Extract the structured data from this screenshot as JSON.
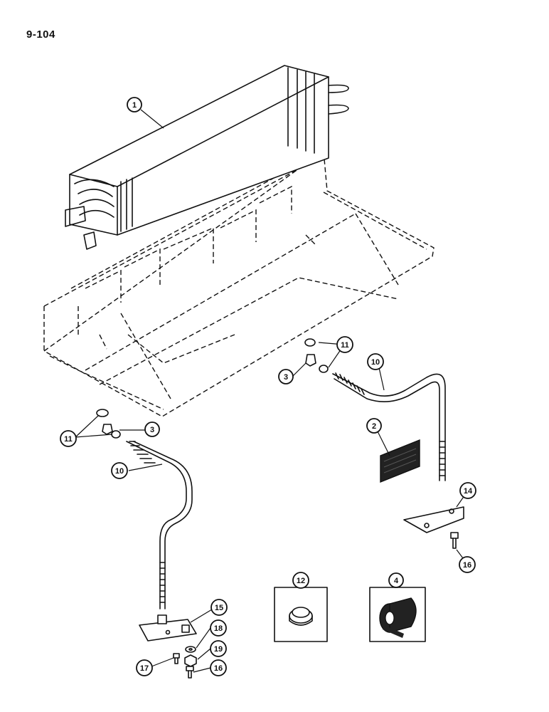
{
  "page": {
    "number": "9-104"
  },
  "callouts": [
    {
      "id": "c1",
      "label": "1"
    },
    {
      "id": "c2",
      "label": "2"
    },
    {
      "id": "c3a",
      "label": "3"
    },
    {
      "id": "c3b",
      "label": "3"
    },
    {
      "id": "c4",
      "label": "4"
    },
    {
      "id": "c10a",
      "label": "10"
    },
    {
      "id": "c10b",
      "label": "10"
    },
    {
      "id": "c11a",
      "label": "11"
    },
    {
      "id": "c11b",
      "label": "11"
    },
    {
      "id": "c12",
      "label": "12"
    },
    {
      "id": "c14",
      "label": "14"
    },
    {
      "id": "c15",
      "label": "15"
    },
    {
      "id": "c16a",
      "label": "16"
    },
    {
      "id": "c16b",
      "label": "16"
    },
    {
      "id": "c17",
      "label": "17"
    },
    {
      "id": "c18",
      "label": "18"
    },
    {
      "id": "c19",
      "label": "19"
    }
  ],
  "parts": [
    {
      "name": "evaporator-core"
    },
    {
      "name": "evaporator-housing"
    },
    {
      "name": "foam-strip"
    },
    {
      "name": "elbow-fitting"
    },
    {
      "name": "tape-roll"
    },
    {
      "name": "drain-hose"
    },
    {
      "name": "clamp"
    },
    {
      "name": "plug"
    },
    {
      "name": "mounting-bracket"
    },
    {
      "name": "mounting-plate"
    },
    {
      "name": "bolt"
    },
    {
      "name": "screw"
    },
    {
      "name": "washer"
    },
    {
      "name": "nut"
    }
  ]
}
